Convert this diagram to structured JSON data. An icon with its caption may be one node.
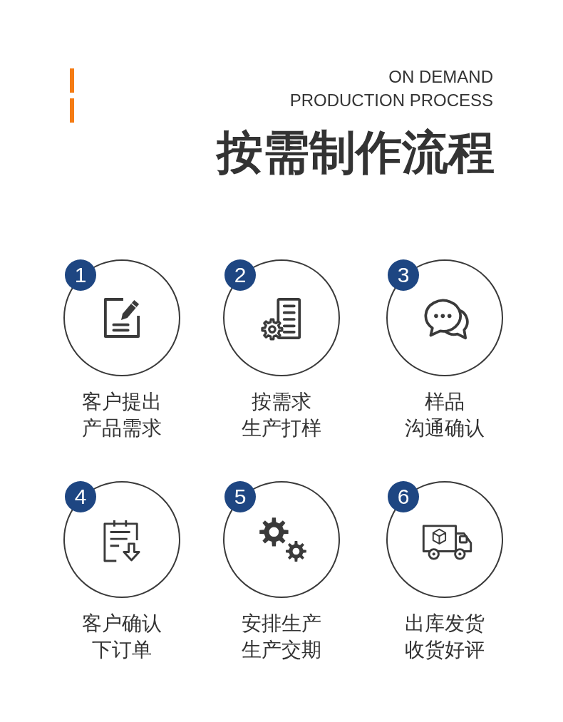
{
  "diagram": {
    "title": "按需制作流程",
    "nodes": [
      {
        "text": [
          "1"
        ],
        "beside": [
          "客户提出产品需求"
        ]
      },
      {
        "text": [
          "2"
        ],
        "beside": [
          "按需求生产打样"
        ]
      },
      {
        "text": [
          "3"
        ],
        "beside": [
          "样品沟通确认"
        ]
      },
      {
        "text": [
          "4"
        ],
        "beside": [
          "客户确认下订单"
        ]
      },
      {
        "text": [
          "5"
        ],
        "beside": [
          "安排生产生产交期"
        ]
      },
      {
        "text": [
          "6"
        ],
        "beside": [
          "出库发货收货好评"
        ]
      }
    ],
    "labels": [
      "ON DEMAND PRODUCTION PROCESS"
    ]
  }
}
